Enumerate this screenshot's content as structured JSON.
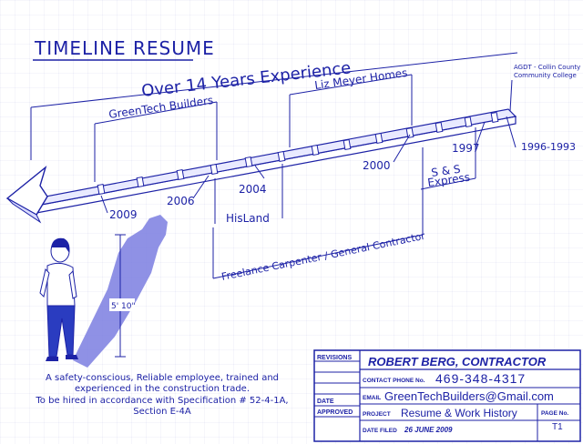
{
  "title": "TIMELINE RESUME",
  "experience_label": "Over 14 Years Experience",
  "timeline": {
    "years_below": [
      "2009",
      "2006",
      "2004",
      "2000",
      "1997",
      "1996-1993"
    ],
    "employers": {
      "greentech": "GreenTech Builders",
      "lizmeyer": "Liz Meyer Homes",
      "hisland": "HisLand",
      "freelance": "Freelance Carpenter / General Contractor",
      "sns_line1": "S & S",
      "sns_line2": "Express",
      "agdt_line1": "AGDT - Collin County",
      "agdt_line2": "Community College"
    }
  },
  "height_label": "5' 10\"",
  "description": [
    "A safety-conscious, Reliable employee, trained and",
    "experienced in the construction trade.",
    "To be hired in accordance with Specification # 52-4-1A,",
    "Section E-4A"
  ],
  "title_block": {
    "revisions_label": "REVISIONS",
    "date_label": "DATE",
    "approved_label": "APPROVED",
    "name": "ROBERT BERG, CONTRACTOR",
    "phone_label": "CONTACT PHONE No.",
    "phone": "469-348-4317",
    "email_label": "EMAIL",
    "email": "GreenTechBuilders@Gmail.com",
    "project_label": "PROJECT",
    "project": "Resume & Work History",
    "date_filed_label": "DATE FILED",
    "date_filed": "26 JUNE 2009",
    "page_label": "PAGE No.",
    "page": "T1"
  },
  "colors": {
    "ink": "#1d22a6",
    "shadow": "#7b7ee0",
    "shirt": "#ffffff",
    "pants": "#2a3cc0"
  }
}
